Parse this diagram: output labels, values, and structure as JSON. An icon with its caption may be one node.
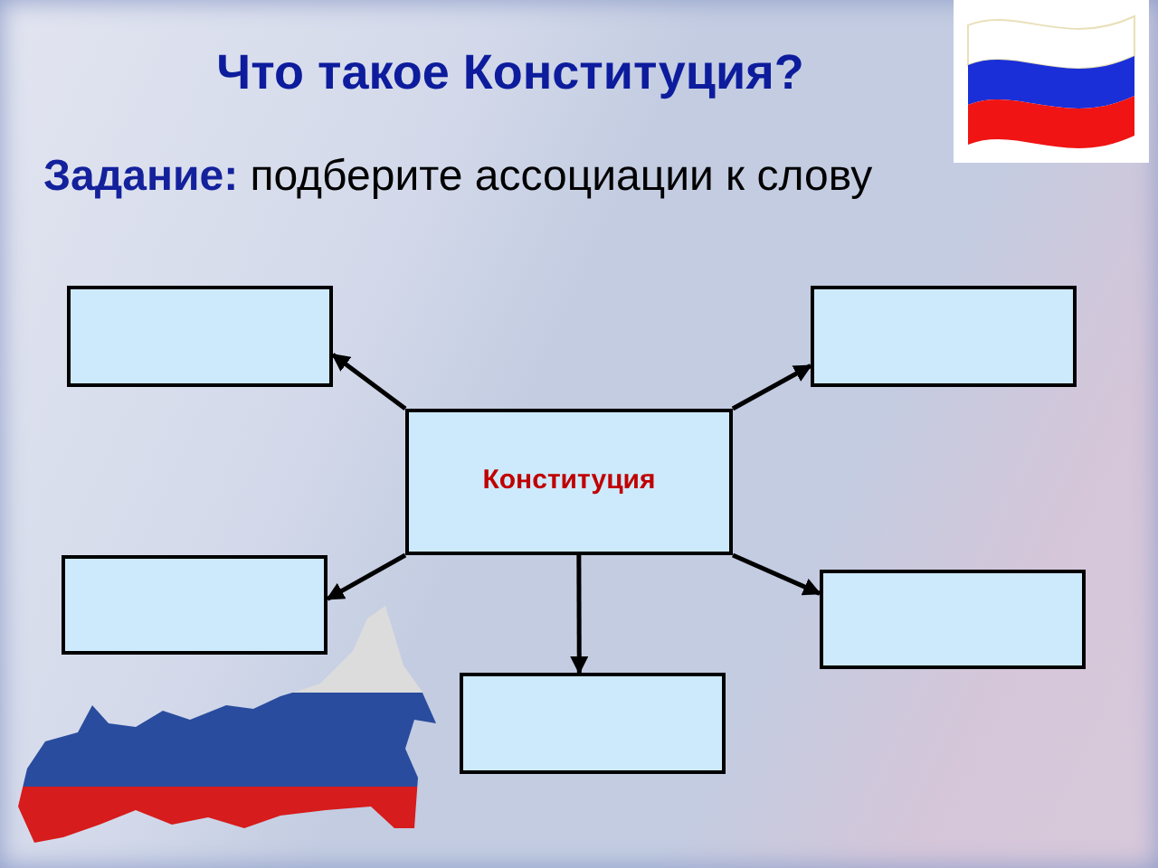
{
  "diagram": {
    "title": "Что такое Конституция?",
    "nodes": [
      {
        "text": [],
        "shape": "box"
      },
      {
        "text": [],
        "shape": "box"
      },
      {
        "text": [
          "Конституция"
        ]
      },
      {
        "text": [],
        "shape": "box"
      },
      {
        "text": [],
        "shape": "box"
      },
      {
        "text": [],
        "shape": "box"
      }
    ],
    "edges": [
      {
        "from": 2,
        "to": 0,
        "arrow": "to"
      },
      {
        "from": 2,
        "to": 1,
        "arrow": "to"
      },
      {
        "from": 2,
        "to": 3,
        "arrow": "to"
      },
      {
        "from": 2,
        "to": 4,
        "arrow": "to"
      },
      {
        "from": 2,
        "to": 5,
        "arrow": "to"
      }
    ],
    "labels": [
      "**Задание:** подберите ассоциации к слову"
    ]
  }
}
